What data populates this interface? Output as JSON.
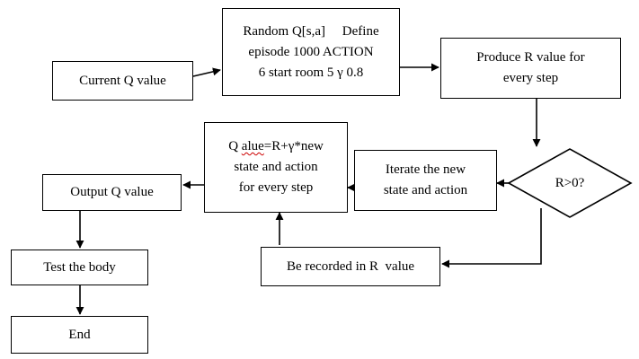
{
  "diagram": {
    "nodes": {
      "current_q": {
        "lines": [
          "Current Q value"
        ]
      },
      "random_q": {
        "lines": [
          "Random Q[s,a]     Define",
          "episode 1000 ACTION",
          "6 start room 5 γ 0.8"
        ]
      },
      "produce_r": {
        "lines": [
          "Produce R value for",
          "every step"
        ]
      },
      "decision": {
        "label": "R>0?"
      },
      "iterate": {
        "lines": [
          "Iterate the new",
          "state and action"
        ]
      },
      "q_alue": {
        "first_word": "Q",
        "flagged_word": "alue",
        "first_line_rest": "=R+γ*new",
        "lines": [
          "state and action",
          "for every step"
        ]
      },
      "recorded": {
        "lines": [
          "Be recorded in R  value"
        ]
      },
      "output_q": {
        "lines": [
          "Output Q value"
        ]
      },
      "test_body": {
        "lines": [
          "Test the body"
        ]
      },
      "end": {
        "lines": [
          "End"
        ]
      }
    },
    "colors": {
      "stroke": "#000000",
      "spellcheck_underline": "#cc0000"
    }
  }
}
